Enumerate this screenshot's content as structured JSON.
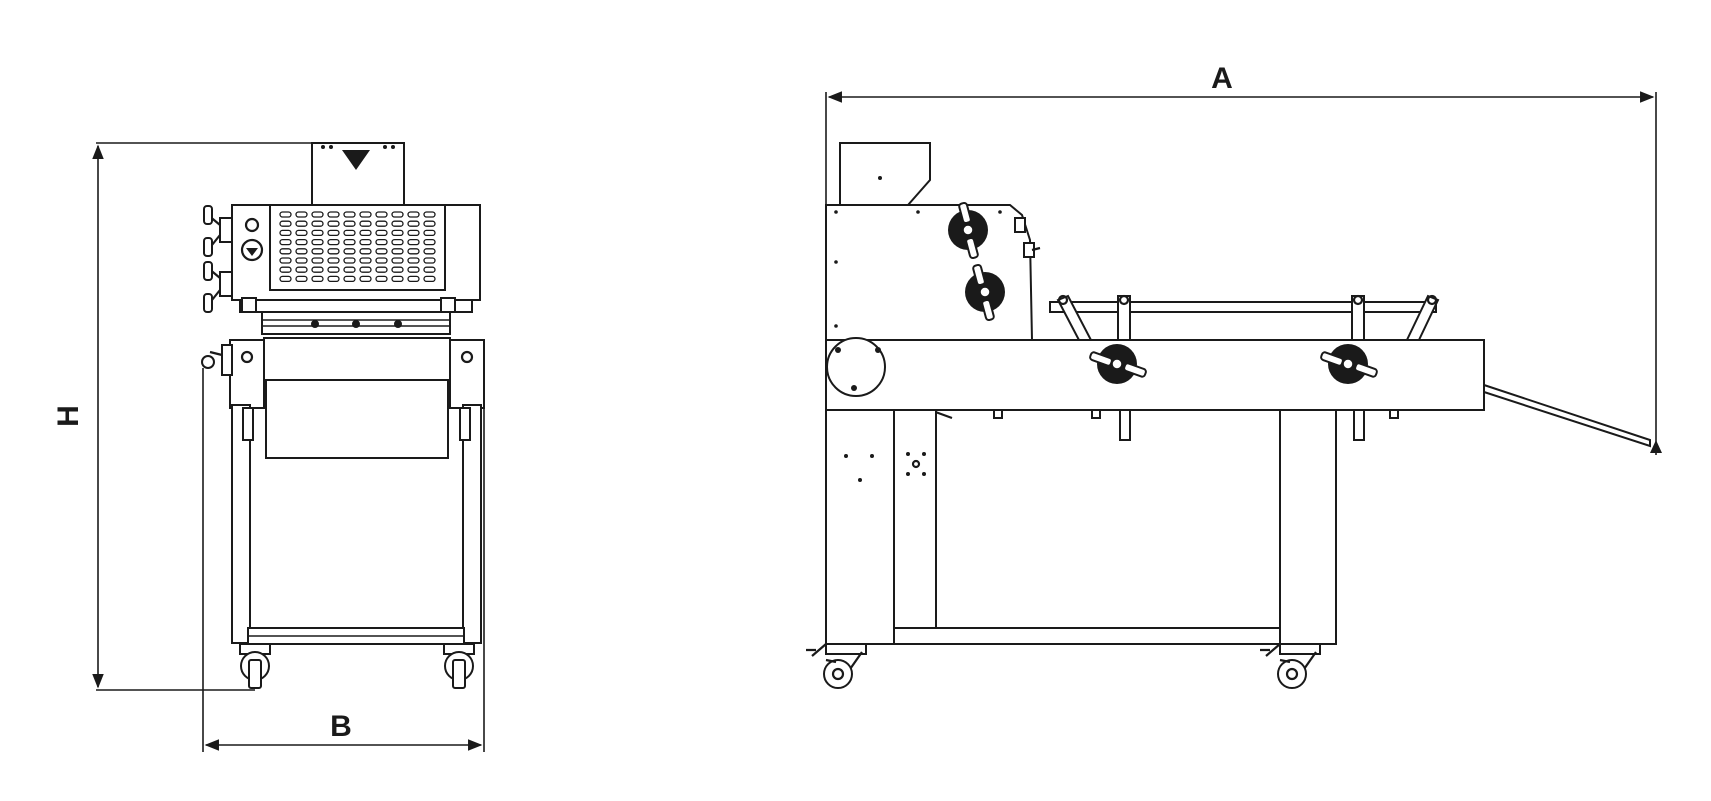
{
  "dimension_labels": {
    "height": "H",
    "width": "B",
    "length": "A"
  },
  "colors": {
    "line": "#1a1a1a",
    "background": "#ffffff"
  }
}
